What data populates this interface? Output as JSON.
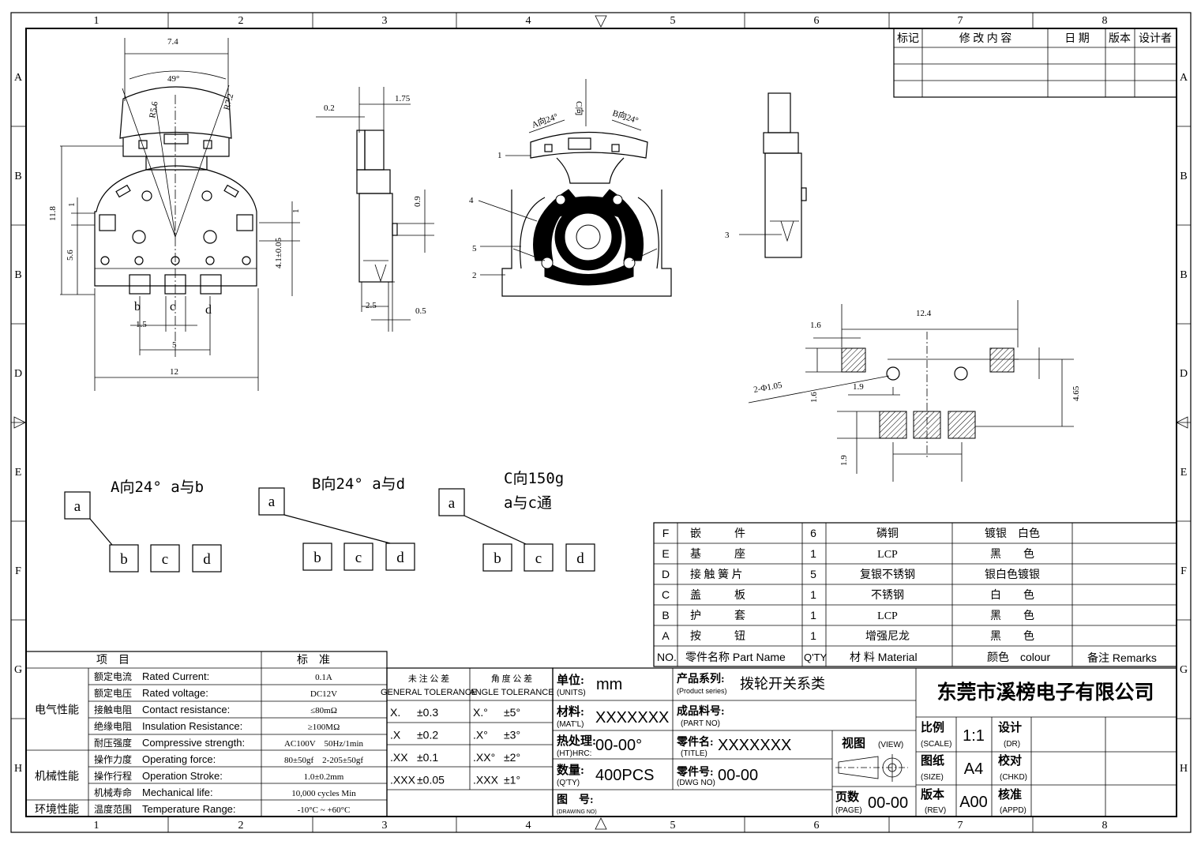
{
  "frame": {
    "columns": [
      "1",
      "2",
      "3",
      "4",
      "5",
      "6",
      "7",
      "8"
    ],
    "rows": [
      "A",
      "B",
      "B",
      "D",
      "E",
      "F",
      "G",
      "H"
    ]
  },
  "revision_table": {
    "headers": [
      "标记",
      "修 改 内 容",
      "日 期",
      "版本",
      "设计者"
    ]
  },
  "front_view": {
    "dims": [
      "7.4",
      "49°",
      "R5.6",
      "R7.2",
      "11.8",
      "5.6",
      "1",
      "1",
      "4.1±0.05",
      "1.5",
      "5",
      "12"
    ],
    "pins": [
      "b",
      "c",
      "d"
    ]
  },
  "side_view": {
    "dims": [
      "0.2",
      "1.75",
      "0.9",
      "2.5",
      "0.5"
    ]
  },
  "contact_view": {
    "labels": [
      "A向24°",
      "B向24°",
      "C向",
      "1",
      "4",
      "5",
      "2"
    ]
  },
  "right_view": {
    "labels": [
      "3"
    ]
  },
  "pcb_layout": {
    "dims": [
      "12.4",
      "1.6",
      "2-Φ1.05",
      "1.6",
      "1.9",
      "4.65",
      "1.9"
    ]
  },
  "diagrams": [
    {
      "title": "A向24° a与b",
      "boxes": [
        "a",
        "b",
        "c",
        "d"
      ]
    },
    {
      "title": "B向24° a与d",
      "boxes": [
        "a",
        "b",
        "c",
        "d"
      ]
    },
    {
      "title_line1": "C向150g",
      "title_line2": "a与c通",
      "boxes": [
        "a",
        "b",
        "c",
        "d"
      ]
    }
  ],
  "parts_table": {
    "rows": [
      {
        "id": "F",
        "name": "嵌　　　件",
        "qty": "6",
        "material": "磷铜",
        "colour": "镀银　白色",
        "remarks": ""
      },
      {
        "id": "E",
        "name": "基　　　座",
        "qty": "1",
        "material": "LCP",
        "colour": "黑　　色",
        "remarks": ""
      },
      {
        "id": "D",
        "name": "接 触 簧 片",
        "qty": "5",
        "material": "复银不锈钢",
        "colour": "银白色镀银",
        "remarks": ""
      },
      {
        "id": "C",
        "name": "盖　　　板",
        "qty": "1",
        "material": "不锈钢",
        "colour": "白　　色",
        "remarks": ""
      },
      {
        "id": "B",
        "name": "护　　　套",
        "qty": "1",
        "material": "LCP",
        "colour": "黑　　色",
        "remarks": ""
      },
      {
        "id": "A",
        "name": "按　　　钮",
        "qty": "1",
        "material": "增强尼龙",
        "colour": "黑　　色",
        "remarks": ""
      }
    ],
    "header": {
      "no": "NO.",
      "name": "零件名称 Part Name",
      "qty": "Q'TY",
      "material": "材 料 Material",
      "colour": "颜色　colour",
      "remarks": "备注 Remarks"
    }
  },
  "spec_table": {
    "header_item": "项　目",
    "header_std": "标　准",
    "groups": [
      {
        "group": "电气性能",
        "rows": [
          {
            "cn": "额定电流",
            "en": "Rated Current:",
            "value": "0.1A"
          },
          {
            "cn": "额定电压",
            "en": "Rated voltage:",
            "value": "DC12V"
          },
          {
            "cn": "接触电阻",
            "en": "Contact resistance:",
            "value": "≤80mΩ"
          },
          {
            "cn": "绝缘电阻",
            "en": "Insulation Resistance:",
            "value": "≥100MΩ"
          },
          {
            "cn": "耐压强度",
            "en": "Compressive strength:",
            "value": "AC100V　50Hz/1min"
          }
        ]
      },
      {
        "group": "机械性能",
        "rows": [
          {
            "cn": "操作力度",
            "en": "Operating force:",
            "value": "80±50gf　2-205±50gf"
          },
          {
            "cn": "操作行程",
            "en": "Operation Stroke:",
            "value": "1.0±0.2mm"
          },
          {
            "cn": "机械寿命",
            "en": "Mechanical life:",
            "value": "10,000 cycles Min"
          }
        ]
      },
      {
        "group": "环境性能",
        "rows": [
          {
            "cn": "温度范围",
            "en": "Temperature Range:",
            "value": "-10°C ~ +60°C"
          }
        ]
      }
    ]
  },
  "tolerance": {
    "general_cn": "未 注 公 差",
    "general_en": "GENERAL TOLERANCE",
    "angle_cn": "角 度 公 差",
    "angle_en": "ANGLE TOLERANCE",
    "rows": [
      {
        "g": "X.",
        "gv": "±0.3",
        "a": "X.°",
        "av": "±5°"
      },
      {
        "g": ".X",
        "gv": "±0.2",
        "a": ".X°",
        "av": "±3°"
      },
      {
        "g": ".XX",
        "gv": "±0.1",
        "a": ".XX°",
        "av": "±2°"
      },
      {
        "g": ".XXX",
        "gv": "±0.05",
        "a": ".XXX",
        "av": "±1°"
      }
    ]
  },
  "title_block": {
    "units_label": "单位:",
    "units_en": "(UNITS)",
    "units_value": "mm",
    "material_label": "材料:",
    "material_en": "(MAT'L)",
    "material_value": "XXXXXXX",
    "heat_label": "热处理:",
    "heat_en": "(HT)HRC:",
    "heat_value": "00-00°",
    "qty_label": "数量:",
    "qty_en": "(Q'TY)",
    "qty_value": "400PCS",
    "drawing_label": "图　号:",
    "drawing_en": "(DRAWING NO)",
    "series_label": "产品系列:",
    "series_en": "(Product series)",
    "series_value": "拨轮开关系类",
    "partno_label": "成品料号:",
    "partno_en": "(PART NO)",
    "title_label": "零件名:",
    "title_en": "(TITLE)",
    "title_value": "XXXXXXX",
    "dwg_label": "零件号:",
    "dwg_en": "(DWG NO)",
    "dwg_value": "00-00",
    "view_label": "视图",
    "view_en": "(VIEW)",
    "page_label": "页数",
    "page_en": "(PAGE)",
    "page_value": "00-00",
    "company": "东莞市溪榜电子有限公司",
    "scale_label": "比例",
    "scale_en": "(SCALE)",
    "scale_value": "1:1",
    "size_label": "图纸",
    "size_en": "(SIZE)",
    "size_value": "A4",
    "rev_label": "版本",
    "rev_en": "(REV)",
    "rev_value": "A00",
    "dr_label": "设计",
    "dr_en": "(DR)",
    "chkd_label": "校对",
    "chkd_en": "(CHKD)",
    "appd_label": "核准",
    "appd_en": "(APPD)"
  }
}
